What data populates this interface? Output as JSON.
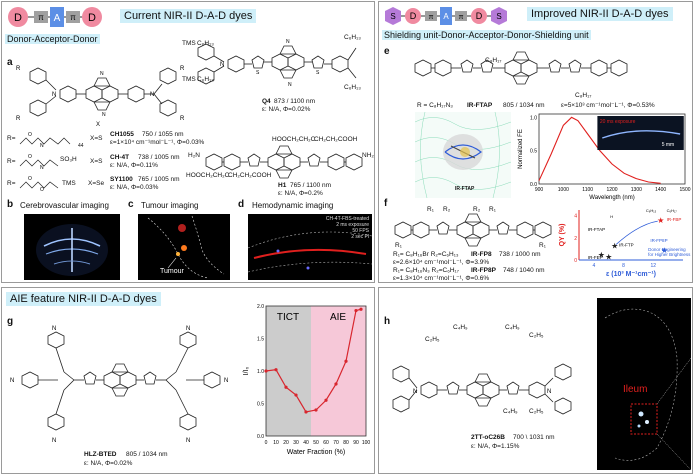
{
  "top_left": {
    "title": "Current NIR-II D-A-D dyes",
    "legend": {
      "d1": "D",
      "pi1": "π",
      "a": "A",
      "pi2": "π",
      "d2": "D",
      "caption": "Donor-Acceptor-Donor"
    },
    "label_a": "a",
    "label_b": "b",
    "label_c": "c",
    "label_d": "d",
    "r_prefix": "R=",
    "n_sub": "44",
    "x_s1": "X=S",
    "x_s2": "X=S",
    "x_se": "X=Se",
    "ch1055_name": "CH1055",
    "ch1055_wave": "750 / 1055 nm",
    "ch1055_eps": "ε=1×10⁴ cm⁻¹mol⁻L⁻¹, Φ=0.03%",
    "ch4t_name": "CH-4T",
    "ch4t_wave": "738 / 1005 nm",
    "ch4t_eps": "ε: N/A, Φ=0.11%",
    "sy1100_name": "SY1100",
    "sy1100_wave": "765 / 1005 nm",
    "sy1100_eps": "ε: N/A, Φ=0.03%",
    "q4_name": "Q4",
    "q4_wave": "873 / 1100 nm",
    "q4_eps": "ε: N/A, Φ=0.02%",
    "h1_name": "H1",
    "h1_wave": "765 / 1100 nm",
    "h1_eps": "ε: N/A, Φ=0.2%",
    "tms1": "TMS",
    "tms2": "TMS",
    "c6h13_1": "C₆H₁₃",
    "c6h13_2": "C₆H₁₃",
    "c6h13_3": "C₆H₁₃",
    "c6h13_4": "C₆H₁₃",
    "nh2_1": "H₂N",
    "nh2_2": "NH₂",
    "cooh_1": "HOOCH₂CH₂C",
    "cooh_2": "CH₂CH₂COOH",
    "cooh_3": "HOOCH₂CH₂C",
    "cooh_4": "CH₂CH₂COOH",
    "so3h": "SO₃H",
    "tms_chain": "TMS",
    "cerebro": "Cerebrovascular imaging",
    "tumour_imaging": "Tumour imaging",
    "tumour_label": "Tumour",
    "hemo": "Hemodynamic imaging",
    "hemo_note1": "CH-4T-FBS-treated",
    "hemo_note2": "2 ms exposure",
    "hemo_note3": "50 FPS",
    "hemo_note4": "2 sec Pl"
  },
  "top_right": {
    "title": "Improved NIR-II D-A-D dyes",
    "legend": {
      "s1": "S",
      "d1": "D",
      "pi1": "π",
      "a": "A",
      "pi2": "π",
      "d2": "D",
      "s2": "S"
    },
    "caption": "Shielding unit-Donor-Acceptor-Donor-Shielding unit",
    "label_e": "e",
    "label_f": "f",
    "c8h17_1": "C₈H₁₇",
    "c8h17_2": "C₈H₁₇",
    "ftap_r": "R = C₈H₁₇N₃",
    "ftap_name": "IR-FTAP",
    "ftap_wave": "805 / 1034 nm",
    "ftap_eps": "ε=5×10³ cm⁻¹mol⁻L⁻¹, Φ=0.53%",
    "ftap_sim": "IR-FTAP",
    "spec_inset": "20 ms exposure",
    "spec_scale": "5 mm",
    "spec_ylabel": "Normalized FE",
    "spec_xlabel": "Wavelength (nm)",
    "spec_xticks": [
      "900",
      "1000",
      "1100",
      "1200",
      "1300",
      "1400",
      "1500"
    ],
    "spec_yticks": [
      "0.0",
      "0.5",
      "1.0"
    ],
    "r1": "R₁",
    "r2": "R₂",
    "r1b": "R₁",
    "r2b": "R₂",
    "r1c": "R₁",
    "r1d": "R₁",
    "fp8_r": "R₁= C₈H₁₆Br  R₂=C₆H₁₃",
    "fp8_name": "IR-FP8",
    "fp8_wave": "738 / 1000 nm",
    "fp8_eps": "ε=2.6×10⁴ cm⁻¹mol⁻L⁻¹, Φ=3.9%",
    "fp8p_r": "R₁= C₈H₁₆N₃  R₂=C₆H₁₇",
    "fp8p_name": "IR-FP8P",
    "fp8p_wave": "748 / 1040 nm",
    "fp8p_eps": "ε=1.3×10⁴ cm⁻¹mol⁻L⁻¹, Φ=0.6%",
    "qy_ylabel": "QY (%)",
    "qy_xlabel": "ε (10³ M⁻¹cm⁻¹)",
    "qy_xticks": [
      "4",
      "8",
      "12"
    ],
    "qy_yticks": [
      "0",
      "2",
      "4"
    ],
    "qy_ftap": "IR-FTAP",
    "qy_fep": "IR-FEP",
    "qy_ftp": "IR-FTP",
    "qy_fp8p": "IR-FP8P",
    "qy_fbp": "IR-FBP",
    "qy_note1": "Donor Engineering",
    "qy_note2": "for Higher Brightness",
    "qy_c6h13": "C₆H₁₃",
    "qy_c6h17": "C₆H₁₇",
    "qy_h": "H"
  },
  "bottom_left": {
    "title": "AIE feature NIR-II D-A-D dyes",
    "label_g": "g",
    "name": "HLZ-BTED",
    "wave": "805 / 1034 nm",
    "eps": "ε: N/A, Φ=0.02%",
    "tict": "TICT",
    "aie": "AIE",
    "ylabel": "I/I₀",
    "xlabel": "Water Fraction (%)",
    "xticks": [
      "0",
      "10",
      "20",
      "30",
      "40",
      "50",
      "60",
      "70",
      "80",
      "90",
      "100"
    ],
    "yticks": [
      "0.0",
      "0.5",
      "1.0",
      "1.5",
      "2.0"
    ]
  },
  "bottom_right": {
    "label_h": "h",
    "c4h9_1": "C₄H₉",
    "c4h9_2": "C₄H₉",
    "c2h5_1": "C₂H₅",
    "c2h5_2": "C₂H₅",
    "c4h9_3": "C₄H₉",
    "c2h5_3": "C₂H₅",
    "name": "2TT-oC26B",
    "wave": "700 \\ 1031 nm",
    "eps": "ε: N/A, Φ=1.15%",
    "ileum": "Ileum"
  },
  "colors": {
    "donor": "#f08aa0",
    "acceptor": "#5c8fe6",
    "pi_bridge": "#a0a0a0",
    "shield": "#b57ad8",
    "aie_line": "#d8262e",
    "tict_bg": "#cccccc",
    "aie_bg": "#f6c8d8",
    "title_hl": "#cfeff9",
    "red_accent": "#e0201e"
  },
  "chart_data": [
    {
      "type": "line",
      "xlabel": "Water Fraction (%)",
      "ylabel": "I/I₀",
      "x": [
        0,
        10,
        20,
        30,
        40,
        50,
        60,
        70,
        80,
        90,
        95
      ],
      "values": [
        1.0,
        1.02,
        0.75,
        0.63,
        0.37,
        0.4,
        0.55,
        0.8,
        1.15,
        1.93,
        1.95
      ],
      "xlim": [
        0,
        100
      ],
      "ylim": [
        0,
        2.0
      ],
      "regions": [
        {
          "label": "TICT",
          "from": 0,
          "to": 45
        },
        {
          "label": "AIE",
          "from": 45,
          "to": 100
        }
      ]
    },
    {
      "type": "line",
      "xlabel": "Wavelength (nm)",
      "ylabel": "Normalized FE",
      "x": [
        900,
        950,
        1000,
        1034,
        1060,
        1100,
        1150,
        1200,
        1250,
        1300,
        1350,
        1400
      ],
      "values": [
        0.05,
        0.45,
        0.88,
        1.0,
        0.95,
        0.75,
        0.5,
        0.3,
        0.16,
        0.08,
        0.03,
        0.01
      ],
      "xlim": [
        900,
        1500
      ],
      "ylim": [
        0,
        1.05
      ]
    },
    {
      "type": "scatter",
      "xlabel": "ε (10³ M⁻¹cm⁻¹)",
      "ylabel": "QY (%)",
      "points": [
        {
          "label": "IR-FTAP",
          "x": 5,
          "y": 0.5
        },
        {
          "label": "IR-FEP",
          "x": 6,
          "y": 0.3
        },
        {
          "label": "IR-FTP",
          "x": 6.8,
          "y": 1.3
        },
        {
          "label": "IR-FP8P",
          "x": 13.5,
          "y": 0.9
        },
        {
          "label": "IR-FBP",
          "x": 13,
          "y": 3.6
        }
      ],
      "xlim": [
        2,
        16
      ],
      "ylim": [
        0,
        4.5
      ]
    }
  ]
}
